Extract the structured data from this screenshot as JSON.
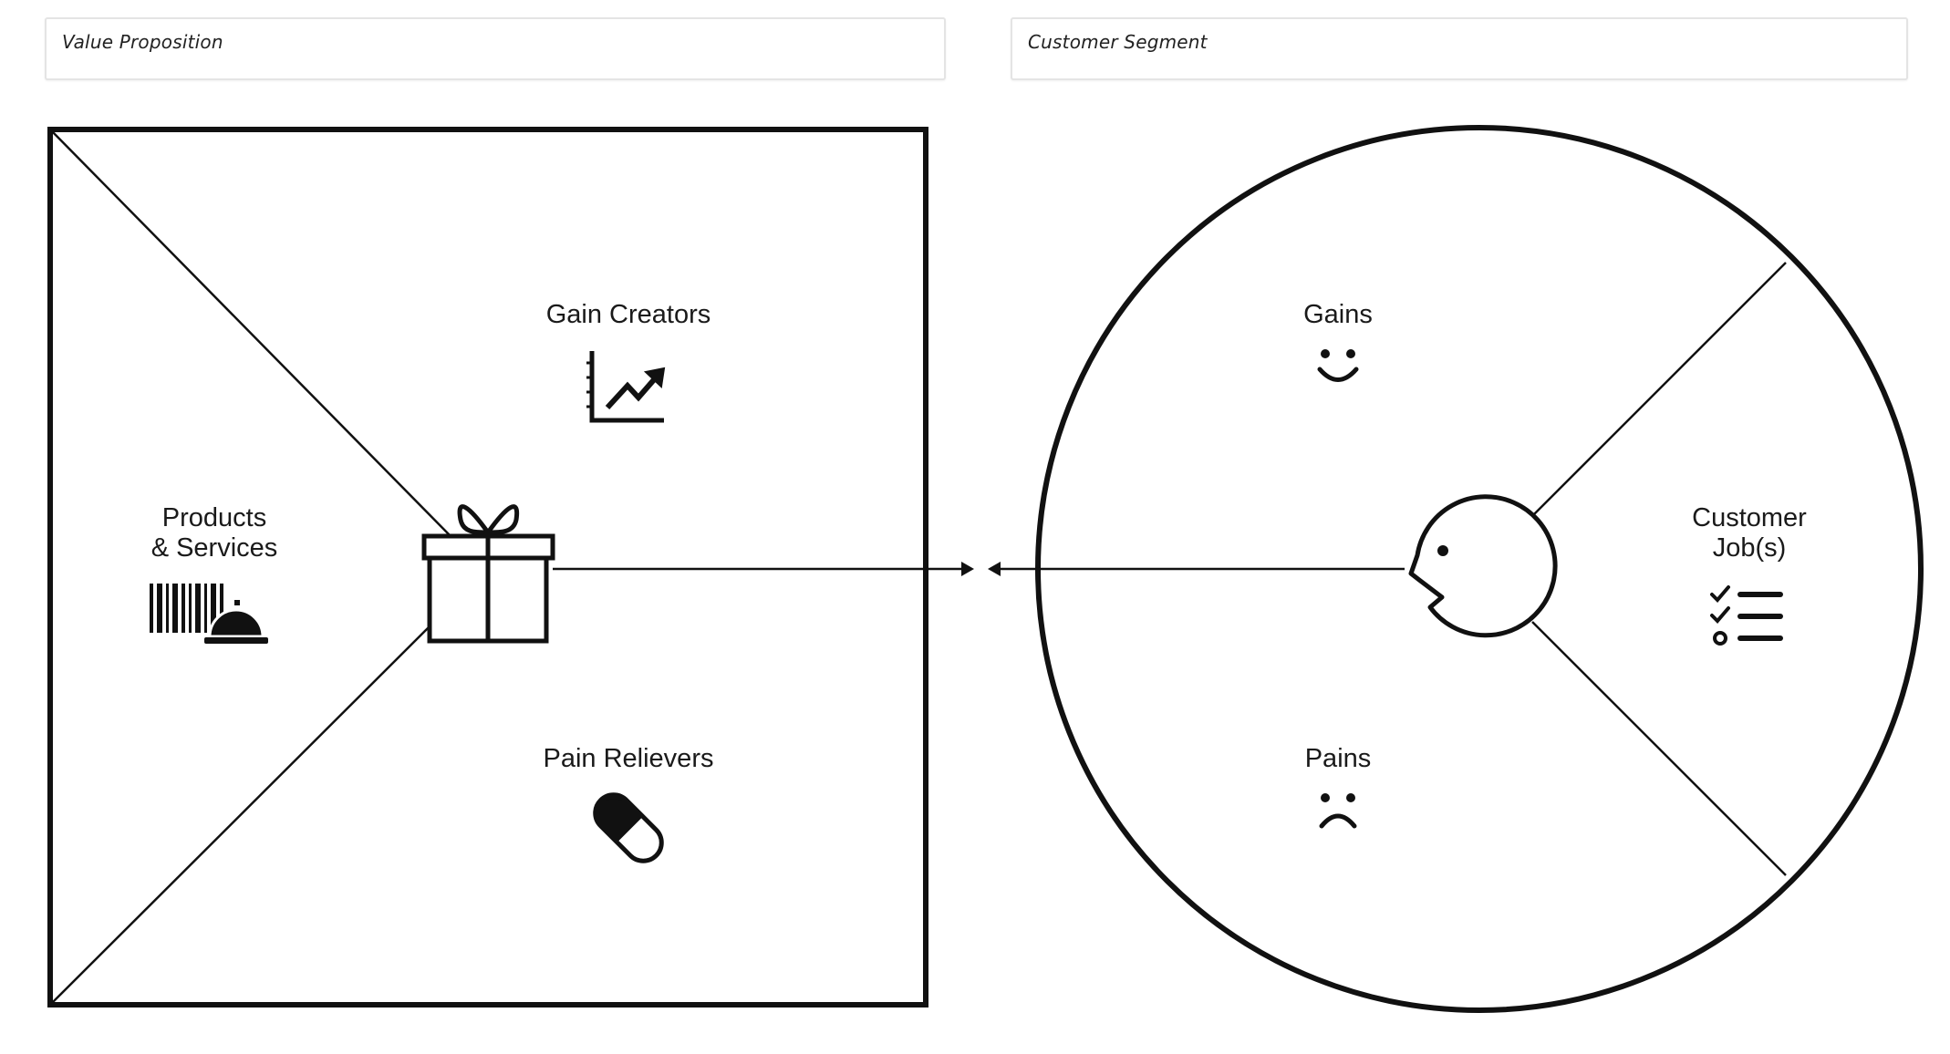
{
  "headers": {
    "value_proposition": "Value Proposition",
    "customer_segment": "Customer Segment"
  },
  "value_map": {
    "gain_creators": "Gain Creators",
    "products_line1": "Products",
    "products_line2": "& Services",
    "pain_relievers": "Pain Relievers"
  },
  "customer_profile": {
    "gains": "Gains",
    "customer_line1": "Customer",
    "customer_line2": "Job(s)",
    "pains": "Pains"
  },
  "icons": [
    "gift-icon",
    "trend-chart-icon",
    "barcode-service-bell-icon",
    "pill-icon",
    "smile-icon",
    "frown-icon",
    "checklist-icon",
    "face-profile-icon"
  ],
  "colors": {
    "stroke": "#111111",
    "background": "#ffffff"
  }
}
